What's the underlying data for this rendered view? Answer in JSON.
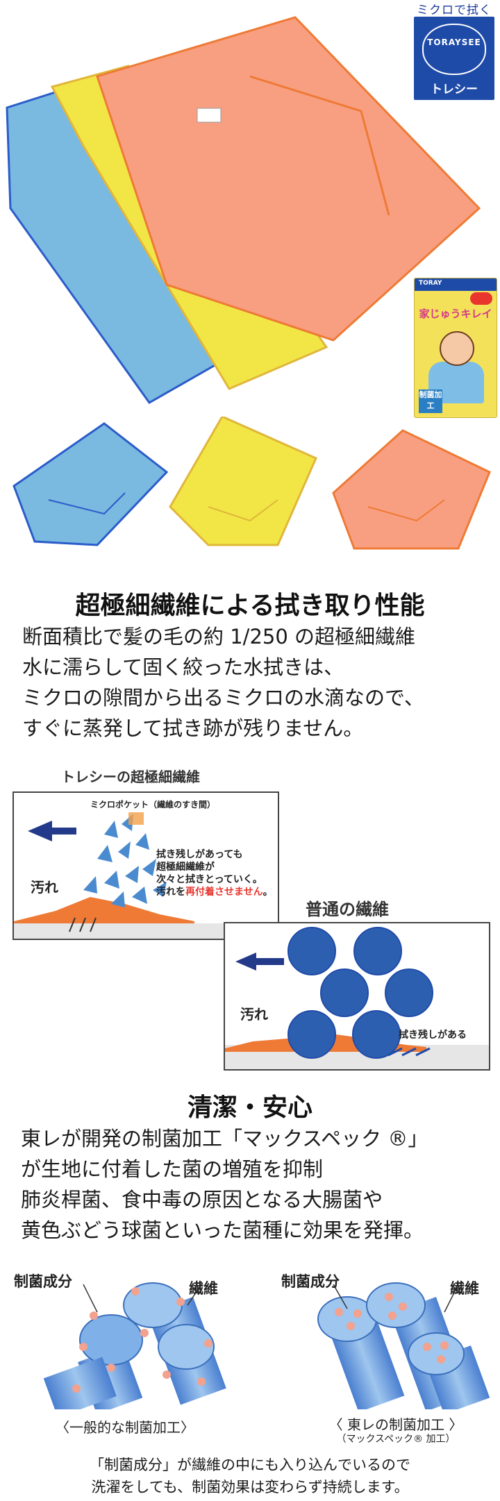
{
  "brand": {
    "tagline": "ミクロで拭く",
    "logo_word": "TORAYSEE",
    "logo_kana": "トレシー",
    "primary_color": "#1f4ba8"
  },
  "package": {
    "brand": "TORAY",
    "title": "家じゅうキレイ",
    "label": "制菌加工"
  },
  "products": {
    "colors": [
      "#7ab9e0",
      "#f2e646",
      "#f89f82"
    ],
    "edge_colors": [
      "#2a5cc9",
      "#e0b63a",
      "#ee7a35"
    ]
  },
  "section1": {
    "heading": "超極細繊維による拭き取り性能",
    "lines": [
      "断面積比で髪の毛の約 1/250 の超極細繊維",
      "水に濡らして固く絞った水拭きは、",
      "ミクロの隙間から出るミクロの水滴なので、",
      "すぐに蒸発して拭き跡が残りません。"
    ]
  },
  "diagram_torasee": {
    "caption": "トレシーの超極細繊維",
    "pocket_label": "ミクロポケット（繊維のすき間）",
    "dirt": "汚れ",
    "text_lines": [
      "拭き残しがあっても",
      "超極細繊維が",
      "次々と拭きとっていく。"
    ],
    "last_line_prefix": "汚れを",
    "last_line_red": "再付着させません",
    "last_line_suffix": "。"
  },
  "diagram_normal": {
    "caption": "普通の繊維",
    "dirt": "汚れ",
    "remains": "拭き残しがある"
  },
  "section2": {
    "heading": "清潔・安心",
    "lines": [
      "東レが開発の制菌加工「マックスペック ®」",
      "が生地に付着した菌の増殖を抑制",
      "肺炎桿菌、食中毒の原因となる大腸菌や",
      "黄色ぶどう球菌といった菌種に効果を発揮。"
    ]
  },
  "fibers": {
    "left": {
      "agent_label": "制菌成分",
      "fiber_label": "繊維",
      "caption": "〈一般的な制菌加工〉"
    },
    "right": {
      "agent_label": "制菌成分",
      "fiber_label": "繊維",
      "caption": "〈 東レの制菌加工 〉",
      "subcaption": "（マックスペック® 加工）"
    }
  },
  "footer": {
    "lines": [
      "「制菌成分」が繊維の中にも入り込んでいるので",
      "洗濯をしても、制菌効果は変わらず持続します。"
    ]
  }
}
